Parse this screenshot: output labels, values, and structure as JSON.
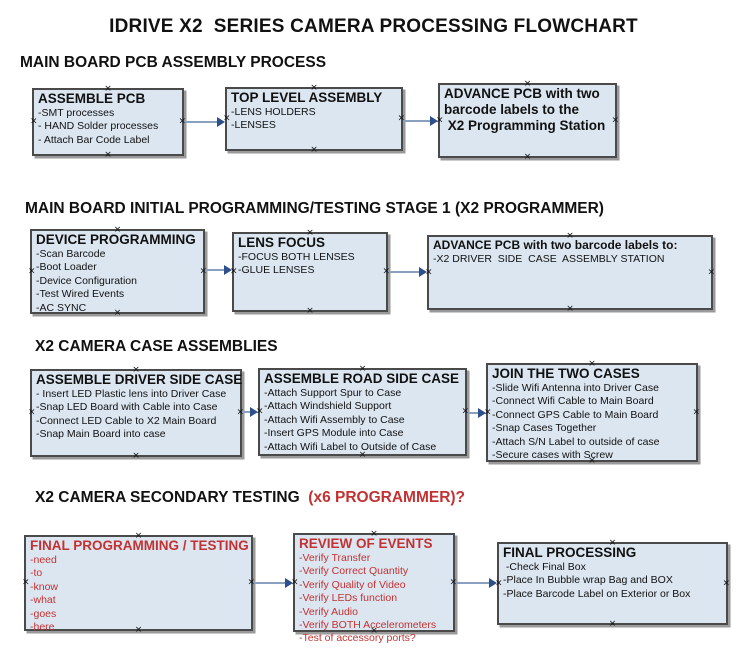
{
  "title": "IDRIVE X2  SERIES CAMERA PROCESSING FLOWCHART",
  "ui": {
    "handle_icon": "×"
  },
  "colors": {
    "box_fill": "#dce6f1",
    "box_border": "#4a4a4a",
    "box_shadow": "#9a9a9a",
    "red_accent": "#c23232",
    "arrow_line": "#8aa0bf",
    "arrow_head": "#2d4f8a"
  },
  "sections": [
    {
      "header": "MAIN BOARD PCB ASSEMBLY PROCESS",
      "boxes": [
        {
          "title": "ASSEMBLE PCB",
          "items": [
            "-SMT processes",
            "- HAND Solder processes",
            "- Attach Bar Code Label"
          ]
        },
        {
          "title": "TOP LEVEL ASSEMBLY",
          "items": [
            "-LENS HOLDERS",
            "-LENSES"
          ]
        },
        {
          "lines": [
            "ADVANCE PCB with two",
            "barcode labels to the",
            " X2 Programming Station"
          ]
        }
      ]
    },
    {
      "header": "MAIN BOARD INITIAL PROGRAMMING/TESTING STAGE 1 (X2 PROGRAMMER)",
      "boxes": [
        {
          "title": "DEVICE PROGRAMMING",
          "items": [
            "-Scan Barcode",
            "-Boot Loader",
            "-Device Configuration",
            "-Test Wired Events",
            "-AC SYNC"
          ]
        },
        {
          "title": "LENS FOCUS",
          "items": [
            "-FOCUS BOTH LENSES",
            "-GLUE LENSES"
          ]
        },
        {
          "title": "ADVANCE PCB with two barcode labels to:",
          "items": [
            "-X2 DRIVER  SIDE  CASE  ASSEMBLY STATION"
          ]
        }
      ]
    },
    {
      "header": "X2 CAMERA CASE ASSEMBLIES",
      "boxes": [
        {
          "title": "ASSEMBLE DRIVER SIDE CASE",
          "items": [
            "- Insert LED Plastic lens into Driver Case",
            "-Snap LED Board with Cable into Case",
            "-Connect LED Cable to X2 Main Board",
            "-Snap Main Board into case"
          ]
        },
        {
          "title": "ASSEMBLE ROAD SIDE CASE",
          "items": [
            "-Attach Support Spur to Case",
            "-Attach Windshield Support",
            "-Attach Wifi Assembly to Case",
            "-Insert GPS Module into Case",
            "-Attach Wifi Label to Outside of Case"
          ]
        },
        {
          "title": "JOIN THE TWO CASES",
          "items": [
            "-Slide Wifi Antenna into Driver Case",
            "-Connect Wifi Cable to Main Board",
            "-Connect GPS Cable to Main Board",
            "-Snap Cases Together",
            "-Attach S/N Label to outside of case",
            "-Secure cases with Screw"
          ]
        }
      ]
    },
    {
      "header": "X2 CAMERA SECONDARY TESTING  ",
      "header_red": "(x6 PROGRAMMER)?",
      "boxes": [
        {
          "title": "FINAL PROGRAMMING / TESTING",
          "items": [
            "-need",
            "-to",
            "-know",
            "-what",
            "-goes",
            "-here"
          ]
        },
        {
          "title": "REVIEW OF EVENTS",
          "items": [
            "-Verify Transfer",
            "-Verify Correct Quantity",
            "-Verify Quality of Video",
            "-Verify LEDs function",
            "-Verify Audio",
            "-Verify BOTH Accelerometers",
            "-Test of accessory ports?"
          ]
        },
        {
          "title": "FINAL PROCESSING",
          "items": [
            " -Check Final Box",
            "-Place In Bubble wrap Bag and BOX",
            "-Place Barcode Label on Exterior or Box"
          ]
        }
      ]
    }
  ]
}
